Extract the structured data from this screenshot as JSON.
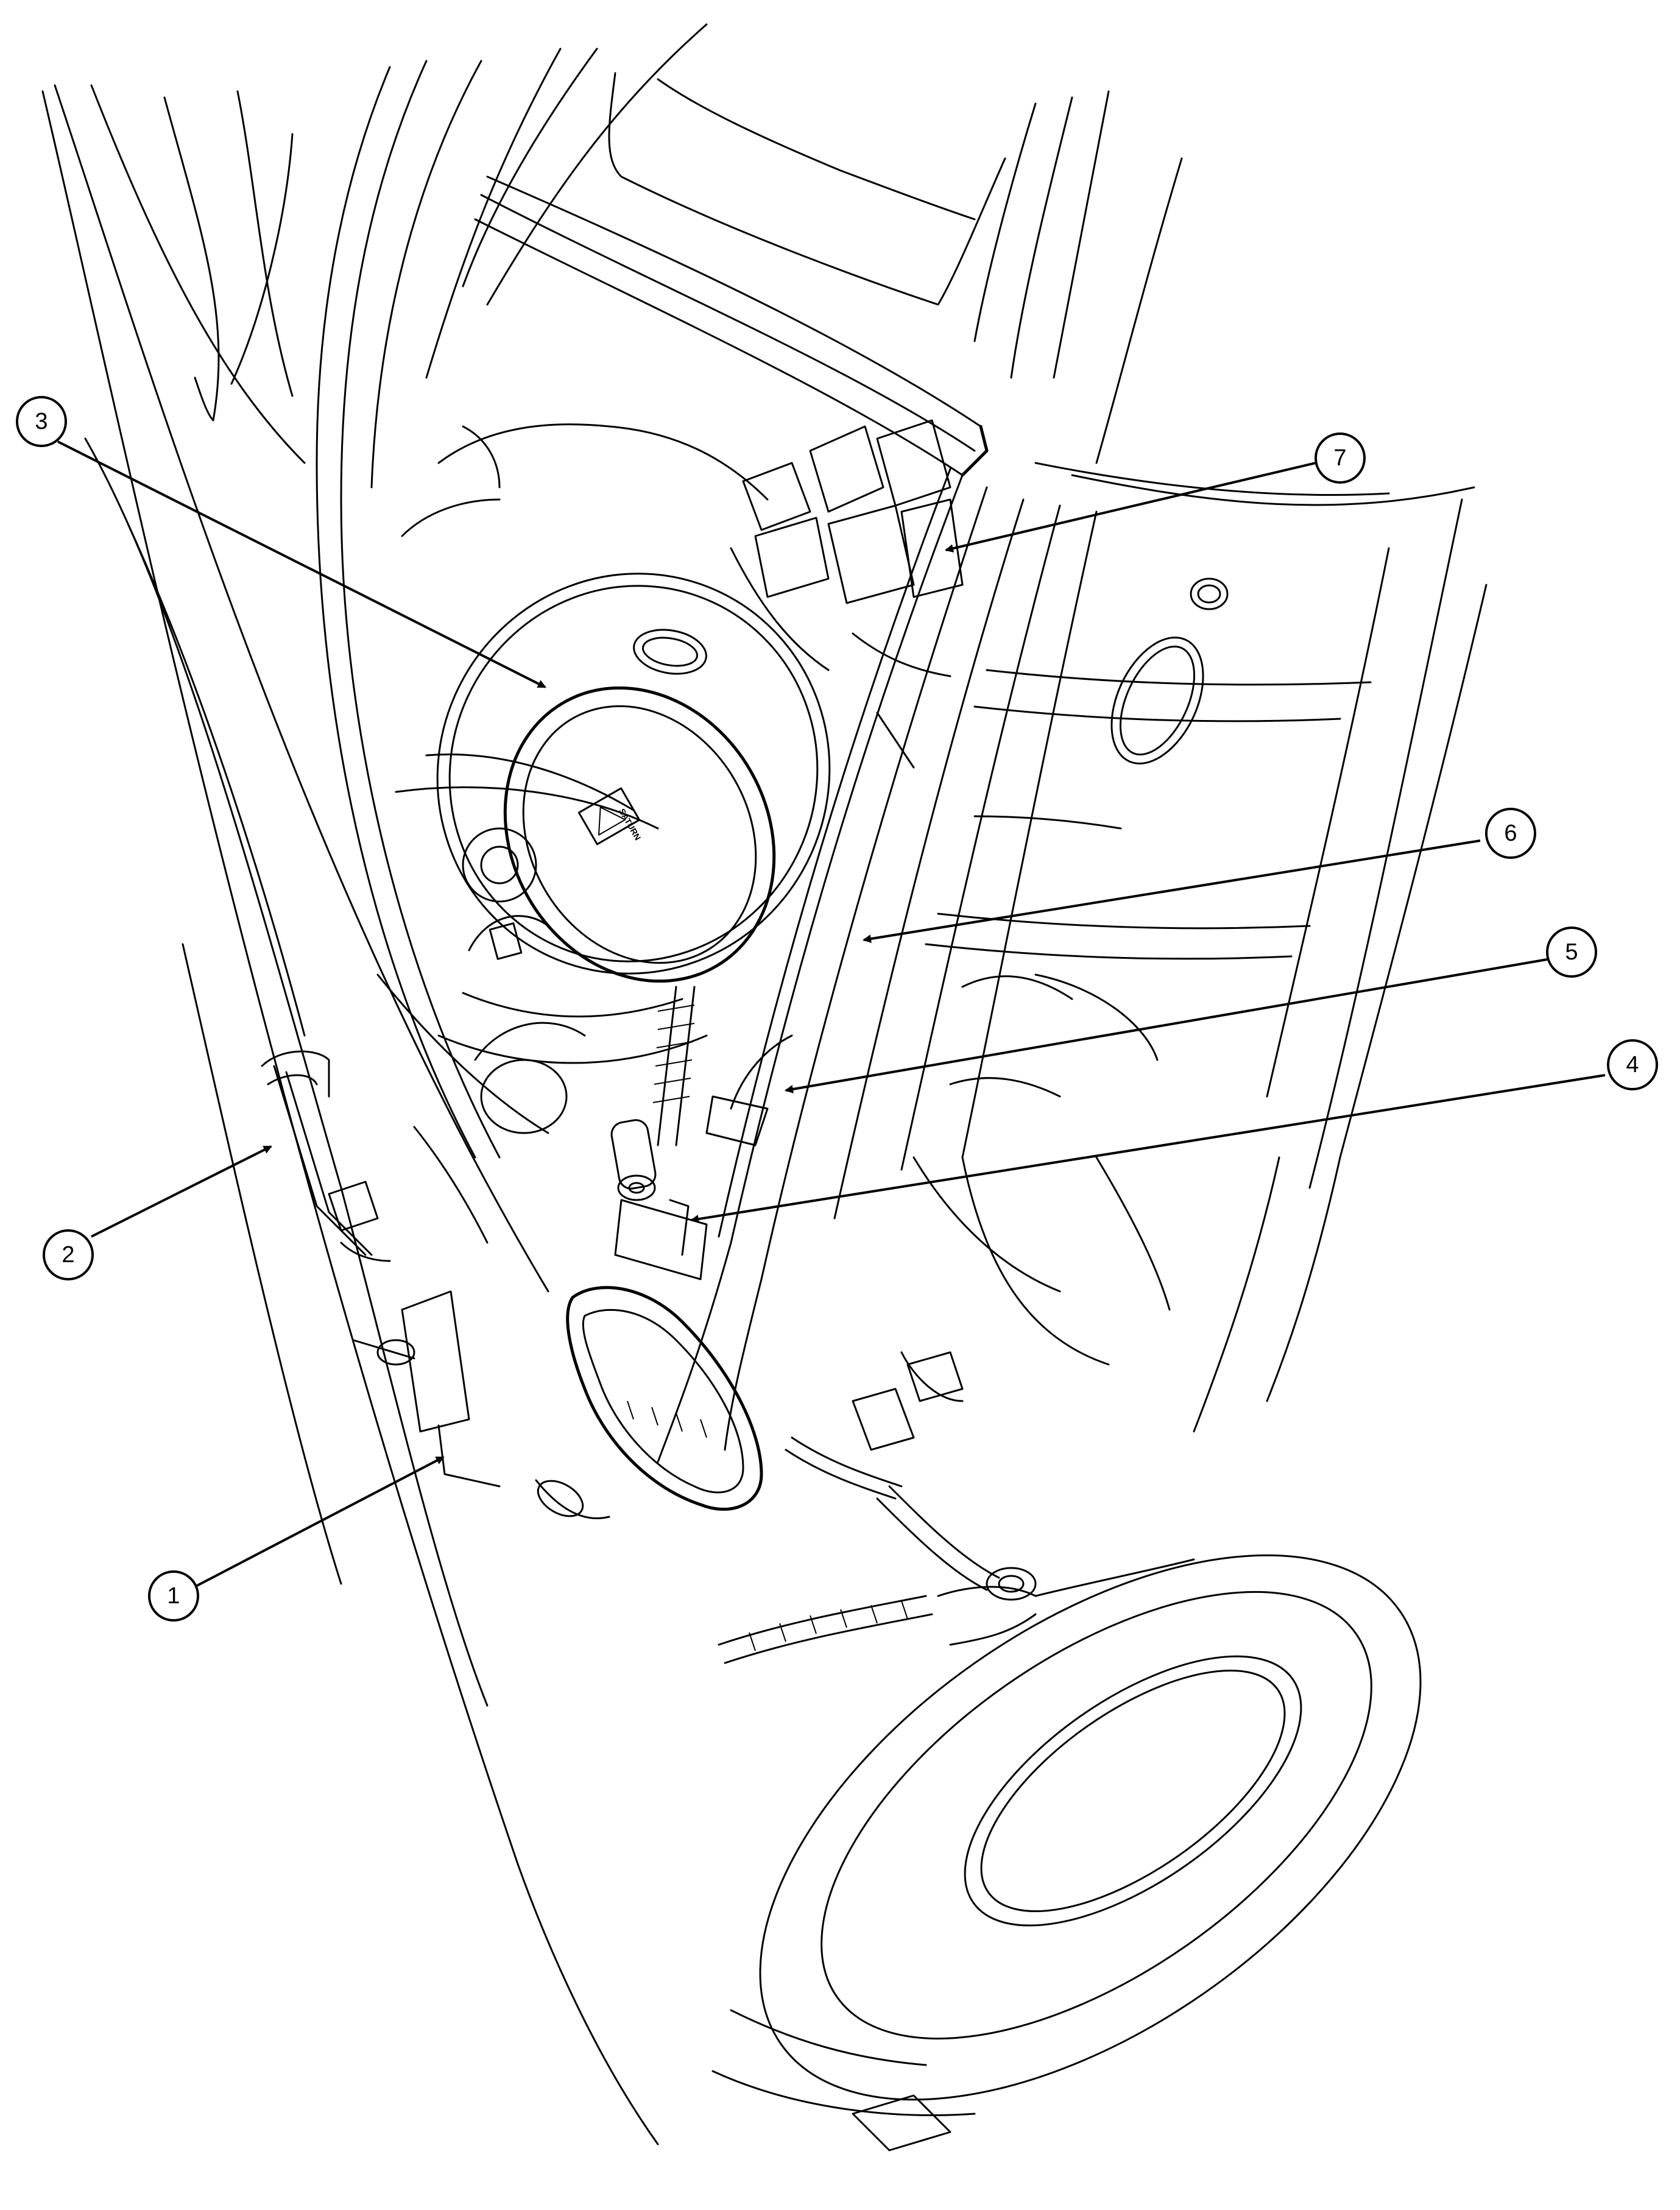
{
  "callouts": [
    {
      "id": "1",
      "label": "1"
    },
    {
      "id": "2",
      "label": "2"
    },
    {
      "id": "3",
      "label": "3"
    },
    {
      "id": "4",
      "label": "4"
    },
    {
      "id": "5",
      "label": "5"
    },
    {
      "id": "6",
      "label": "6"
    },
    {
      "id": "7",
      "label": "7"
    }
  ],
  "emblem": {
    "brand_text": "SATURN"
  },
  "colors": {
    "line": "#000000",
    "background": "#ffffff"
  }
}
